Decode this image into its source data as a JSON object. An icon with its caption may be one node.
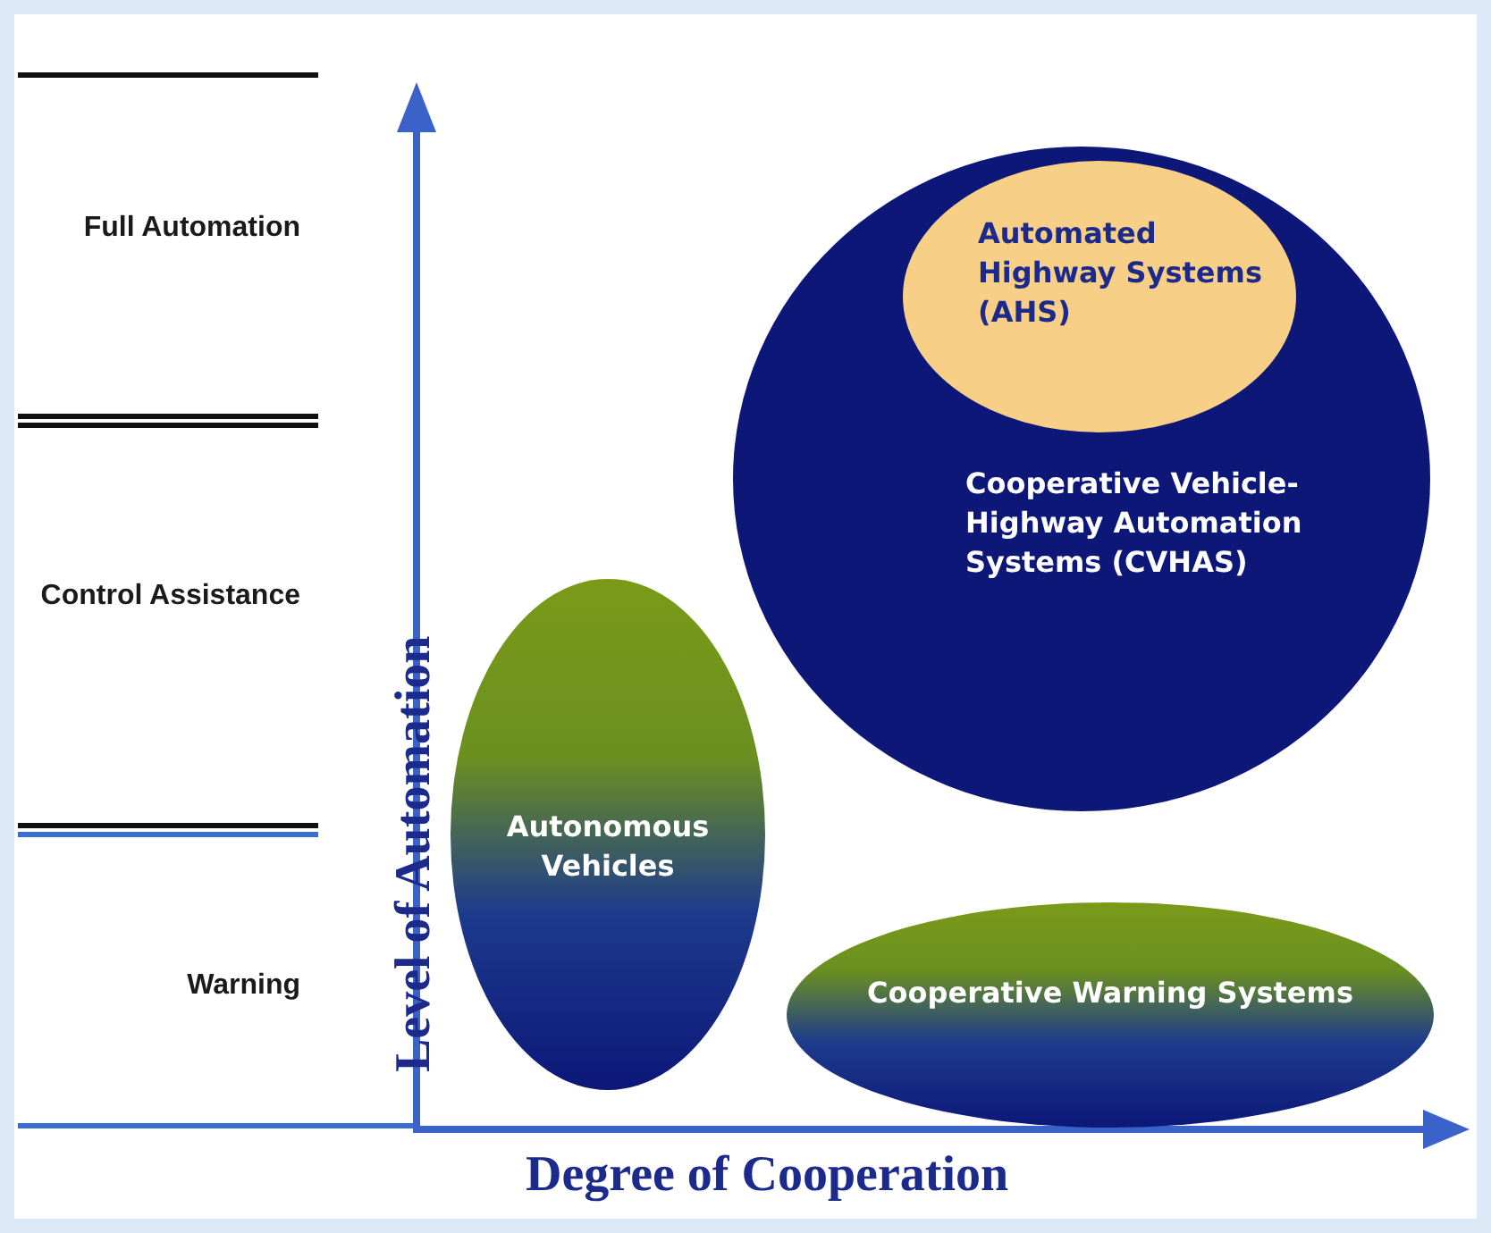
{
  "diagram": {
    "nodes": [
      {
        "text": [
          "Cooperative Vehicle-Highway Automation Systems (CVHAS)"
        ]
      },
      {
        "text": [
          "Automated Highway Systems (AHS)"
        ],
        "in": 0
      },
      {
        "text": [
          "Autonomous Vehicles"
        ]
      },
      {
        "text": [
          "Cooperative Warning Systems"
        ]
      }
    ],
    "edges": [],
    "labels": [
      "Full Automation",
      "Control Assistance",
      "Warning",
      "Level of Automation",
      "Degree of Cooperation"
    ]
  }
}
